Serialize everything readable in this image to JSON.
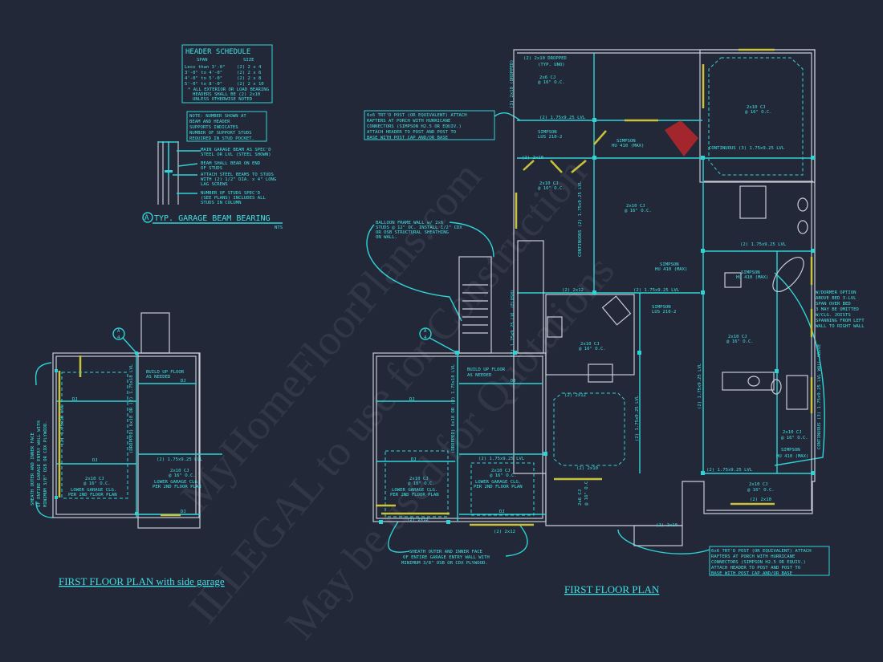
{
  "header_schedule": {
    "title": "HEADER SCHEDULE",
    "col_span": "SPAN",
    "col_size": "SIZE",
    "rows": [
      {
        "span": "Less than 3'-0\"",
        "size": "(2) 2 x 4"
      },
      {
        "span": "3'-0\" to 4'-0\"",
        "size": "(2) 2 x 6"
      },
      {
        "span": "4'-0\" to 5'-0\"",
        "size": "(2) 2 x 8"
      },
      {
        "span": "5'-0\" to 8'-0\"",
        "size": "(2) 2 x 10"
      }
    ],
    "footnote": [
      "* ALL EXTERIOR OR LOAD BEARING",
      "HEADERS SHALL BE (2) 2x10",
      "UNLESS OTHERWISE NOTED"
    ]
  },
  "stud_note": [
    "NOTE: NUMBER SHOWN AT",
    "BEAM AND HEADER",
    "SUPPORTS INDICATES",
    "NUMBER OF SUPPORT STUDS",
    "REQUIRED IN STUD POCKET."
  ],
  "beam_detail": {
    "callouts": [
      [
        "MAIN GARAGE BEAM AS SPEC'D",
        "STEEL OR LVL (STEEL SHOWN)"
      ],
      [
        "BEAM SHALL BEAR ON END",
        "OF STUDS"
      ],
      [
        "ATTACH STEEL BEAMS TO STUDS",
        "WITH (2) 1/2\" DIA. x 4\" LONG",
        "LAG SCREWS"
      ],
      [
        "NUMBER OF STUDS SPEC'D",
        "(SEE PLANS) INCLUDES ALL",
        "STUDS IN COLUMN"
      ]
    ],
    "tag": "A",
    "title": "TYP. GARAGE BEAM BEARING",
    "scale": "NTS"
  },
  "notes": {
    "porch_post_top": [
      "6x6 TRT'D POST (OR EQUIVALENT) ATTACH",
      "RAFTERS AT PORCH WITH HURRICANE",
      "CONNECTORS (SIMPSON H2.5 OR EQUIV.)",
      "ATTACH HEADER TO POST AND POST TO",
      "BASE WITH POST CAP AND/OR BASE"
    ],
    "balloon": [
      "BALLOON FRAME WALL w/ 2x6",
      "STUDS @ 12\" OC. INSTALL 1/2\" CDX",
      "OR OSB STRUCTURAL SHEATHING",
      "ON WALL."
    ],
    "dormer": [
      "W/DORMER OPTION",
      "ABOVE BED 3-LVL",
      "SPAN OVER BED",
      "3 MAY BE OMITTED",
      "W/CLG. JOISTS",
      "SPANNING FROM LEFT",
      "WALL TO RIGHT WALL"
    ],
    "porch_post_bottom": [
      "6x6 TRT'D POST (OR EQUIVALENT) ATTACH",
      "RAFTERS AT PORCH WITH HURRICANE",
      "CONNECTORS (SIMPSON H2.5 OR EQUIV.)",
      "ATTACH HEADER TO POST AND POST TO",
      "BASE WITH POST CAP AND/OR BASE"
    ],
    "sheath_main": [
      "SHEATH OUTER AND INNER FACE",
      "OF ENTIRE GARAGE ENTRY WALL WITH",
      "MINIMUM 3/8\" OSB OR CDX PLYWOOD."
    ],
    "sheath_side": [
      "SHEATH OUTER AND INNER FACE",
      "OF ENTIRE GARAGE ENTRY WALL WITH",
      "MINIMUM 3/8\" OSB OR CDX PLYWOOD."
    ],
    "build_up": [
      "BUILD UP FLOOR",
      "AS NEEDED"
    ],
    "lower_garage": [
      "LOWER GARAGE CLG.",
      "PER 2ND FLOOR PLAN"
    ]
  },
  "labels": {
    "cj_2x10": "2x10 CJ",
    "cj_2x6": "2x6 CJ",
    "oc": "@ 16\" O.C.",
    "dj": "DJ",
    "lvl_175": "(2) 1.75x9.25 LVL",
    "lvl_175x18": "(2) 1.75x18 LVL",
    "continuous_3": "CONTINUOUS (3) 1.75x9.25 LVL",
    "continuous_2": "CONTINUOUS (2) 1.75x9.25 LVL",
    "continuous_wall": "CONTINUOUS (3) 1.75x9.25 LVL WALL ABOVE",
    "simpson_lus": [
      "SIMPSON",
      "LUS 210-2"
    ],
    "simpson_hu": [
      "SIMPSON",
      "HU 410 (MAX)"
    ],
    "hdr_2x10": "(2) 2x10",
    "hdr_2x12": "(2) 2x12",
    "dropped": "(2) 2x10 DROPPED",
    "typ_uno": "(TYP. UNO)",
    "dropped_3": "(3) 2x10 (DROPPED)",
    "garage_beam": "(DROPPED) 6x18 OR (2) 1.75x18 LVL",
    "flush": "(2) 1.75x9.25 LVL (FLUSH)",
    "section_tag": [
      "A",
      "4"
    ]
  },
  "titles": {
    "side_garage": "FIRST FLOOR PLAN with side garage",
    "main": "FIRST FLOOR PLAN"
  },
  "watermark": [
    "MyHomeFloorPlans.com",
    "ILLEGAL to use for Construction",
    "May be used for Quotations"
  ],
  "colors": {
    "background": "#232838",
    "linework": "#c9ccd6",
    "structural": "#2fd3d6",
    "windows": "#c9c23a",
    "fireplace": "#b3262c"
  }
}
